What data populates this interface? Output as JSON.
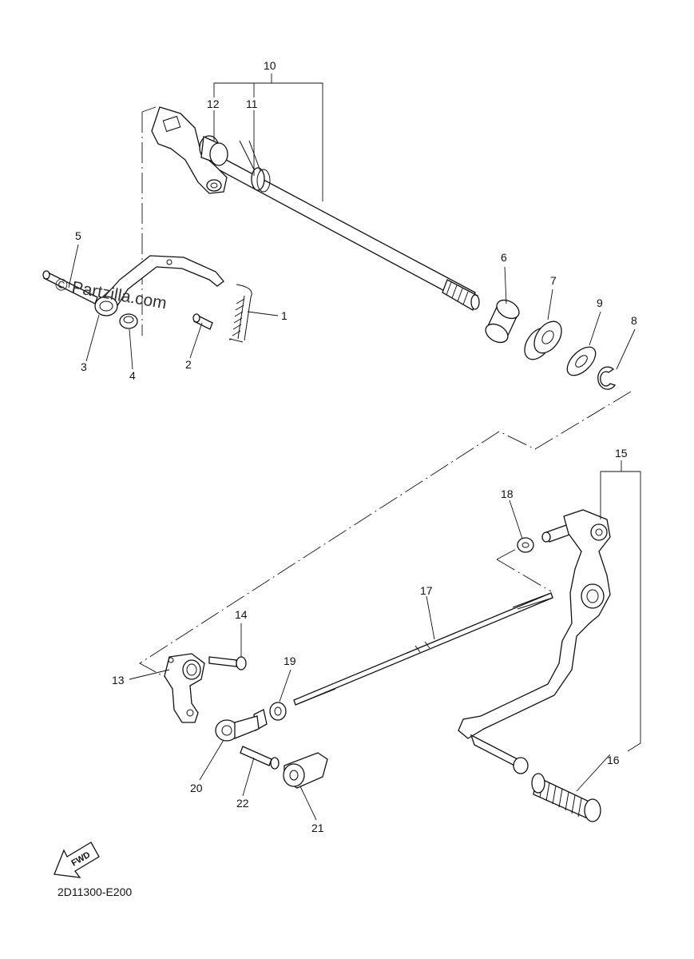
{
  "diagram": {
    "code": "2D11300-E200",
    "watermark": "© Partzilla.com",
    "fwd_label": "FWD",
    "callouts": {
      "p1": "1",
      "p2": "2",
      "p3": "3",
      "p4": "4",
      "p5": "5",
      "p6": "6",
      "p7": "7",
      "p8": "8",
      "p9": "9",
      "p10": "10",
      "p11": "11",
      "p12": "12",
      "p13": "13",
      "p14": "14",
      "p15": "15",
      "p16": "16",
      "p17": "17",
      "p18": "18",
      "p19": "19",
      "p20": "20",
      "p21": "21",
      "p22": "22"
    }
  }
}
